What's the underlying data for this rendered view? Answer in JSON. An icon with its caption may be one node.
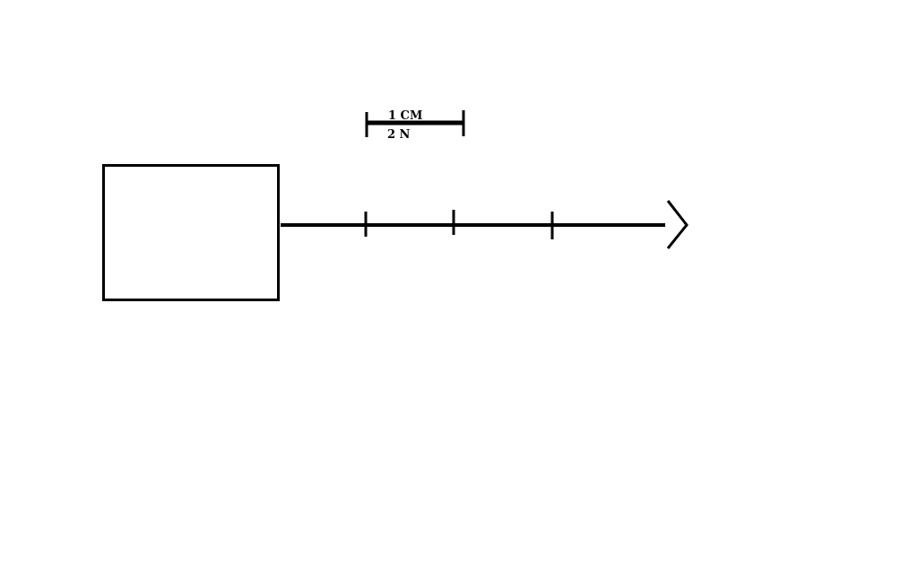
{
  "diagram": {
    "nodes": [
      {
        "text": [],
        "shape": "box"
      }
    ],
    "labels": [
      "1 CM",
      "2 N"
    ]
  }
}
